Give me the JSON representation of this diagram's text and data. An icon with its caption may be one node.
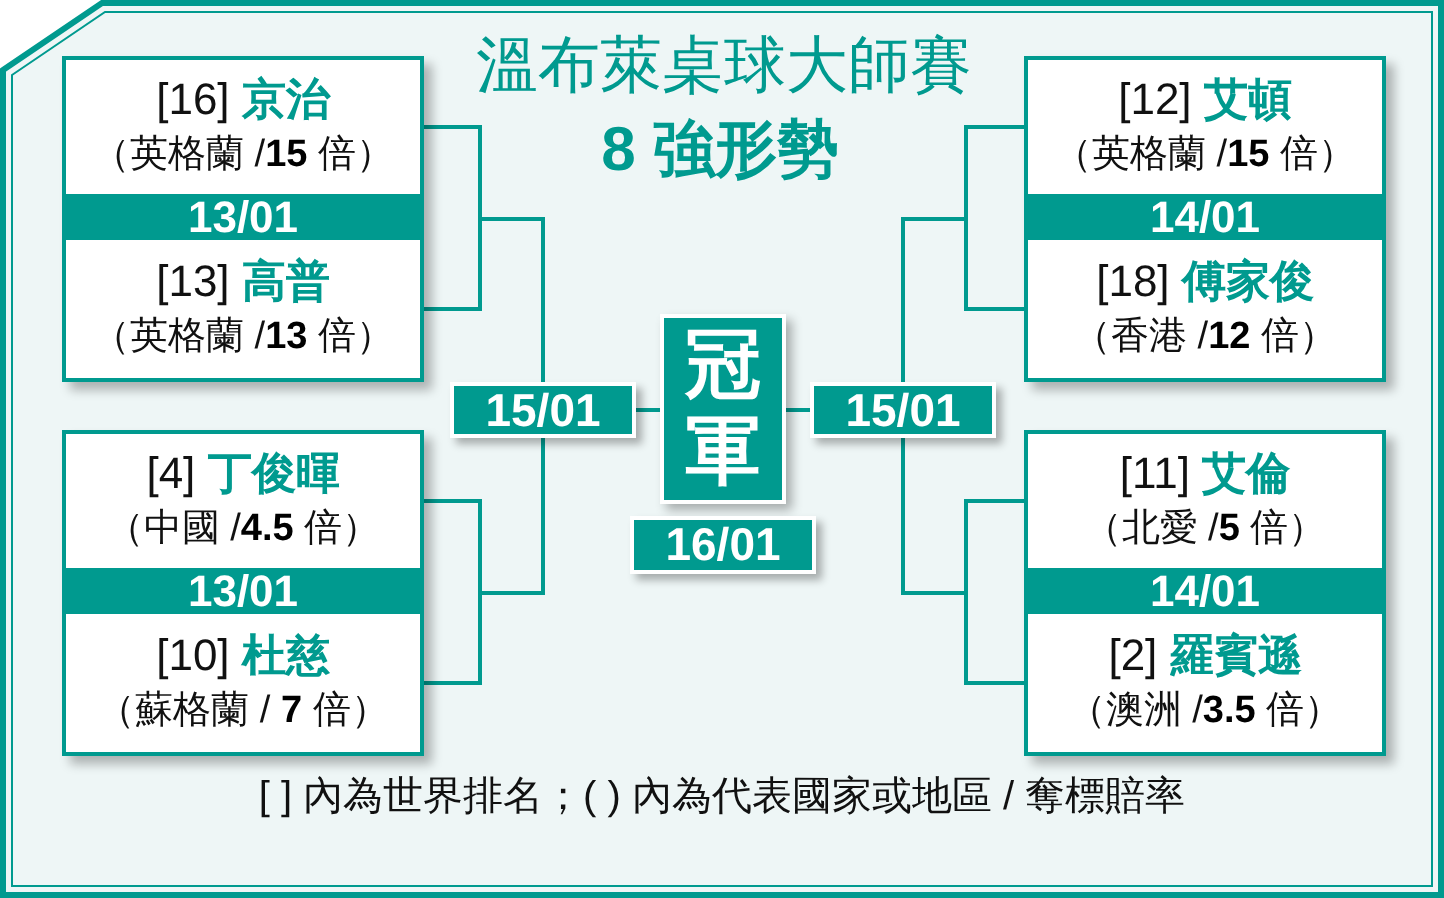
{
  "diagram": {
    "title": "溫布萊桌球大師賽",
    "nodes": [
      {
        "text": [],
        "shape": "box"
      },
      {
        "text": [
          "[16] **京治**",
          "（英格蘭 /**15** 倍）"
        ],
        "in": 0
      },
      {
        "text": [
          "13/01"
        ],
        "in": 0
      },
      {
        "text": [
          "[13] **高普**",
          "（英格蘭 /**13** 倍）"
        ],
        "in": 0
      },
      {
        "text": [],
        "shape": "box"
      },
      {
        "text": [
          "[12] **艾頓**",
          "（英格蘭 /**15** 倍）"
        ],
        "in": 4
      },
      {
        "text": [
          "14/01"
        ],
        "in": 4
      },
      {
        "text": [
          "[18] **傅家俊**",
          "（香港 /**12** 倍）"
        ],
        "in": 4
      },
      {
        "text": [
          "15/01"
        ]
      },
      {
        "text": [
          "冠軍"
        ]
      },
      {
        "text": [
          "15/01"
        ]
      },
      {
        "text": [
          "16/01"
        ]
      },
      {
        "text": [],
        "shape": "box"
      },
      {
        "text": [
          "[4] **丁俊暉**",
          "（中國 /**4.5** 倍）"
        ],
        "in": 12
      },
      {
        "text": [
          "13/01"
        ],
        "in": 12
      },
      {
        "text": [
          "[10] **杜慈**",
          "（蘇格蘭 / **7** 倍）"
        ],
        "in": 12
      },
      {
        "text": [],
        "shape": "box"
      },
      {
        "text": [
          "[11] **艾倫**",
          "（北愛 /**5** 倍）"
        ],
        "in": 16
      },
      {
        "text": [
          "14/01"
        ],
        "in": 16
      },
      {
        "text": [
          "[2] **羅賓遜**",
          "（澳洲 /**3.5** 倍）"
        ],
        "in": 16
      }
    ],
    "edges": [
      {
        "from": 1,
        "to": 8,
        "arrow": "none"
      },
      {
        "from": 3,
        "to": 8,
        "arrow": "none"
      },
      {
        "from": 13,
        "to": 8,
        "arrow": "none"
      },
      {
        "from": 15,
        "to": 8,
        "arrow": "none"
      },
      {
        "from": 8,
        "to": 9,
        "arrow": "none"
      },
      {
        "from": 5,
        "to": 10,
        "arrow": "none"
      },
      {
        "from": 7,
        "to": 10,
        "arrow": "none"
      },
      {
        "from": 17,
        "to": 10,
        "arrow": "none"
      },
      {
        "from": 19,
        "to": 10,
        "arrow": "none"
      },
      {
        "from": 10,
        "to": 9,
        "arrow": "none"
      }
    ],
    "labels": [
      "8 強形勢",
      "[ ] 內為世界排名；( ) 內為代表國家或地區 / 奪標賠率"
    ]
  }
}
